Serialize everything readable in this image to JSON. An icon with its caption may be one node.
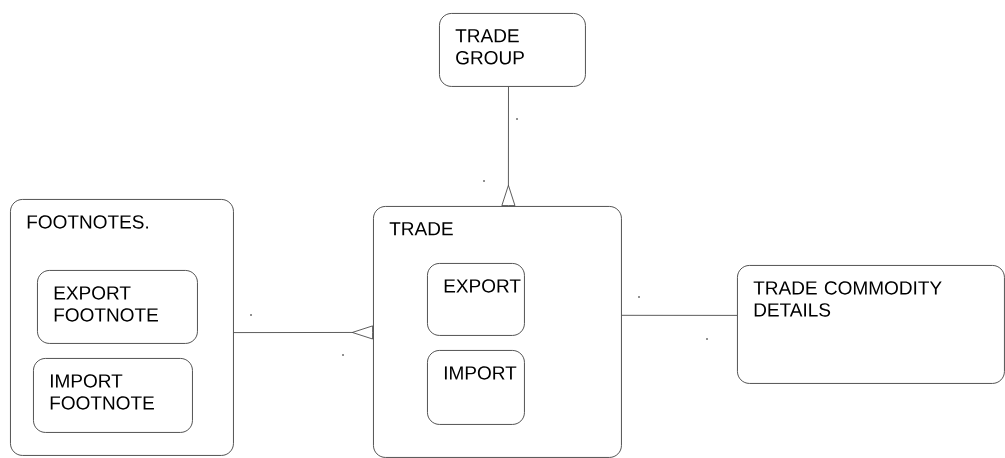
{
  "diagram": {
    "nodes": [
      {
        "text": [
          "TRADE GROUP"
        ]
      },
      {
        "text": [
          "FOOTNOTES."
        ]
      },
      {
        "text": [
          "EXPORT FOOTNOTE"
        ],
        "in": 1
      },
      {
        "text": [
          "IMPORT FOOTNOTE"
        ],
        "in": 1
      },
      {
        "text": [
          "TRADE"
        ]
      },
      {
        "text": [
          "EXPORT"
        ],
        "in": 4
      },
      {
        "text": [
          "IMPORT"
        ],
        "in": 4
      },
      {
        "text": [
          "TRADE COMMODITY DETAILS"
        ]
      }
    ],
    "edges": [
      {
        "from": 0,
        "to": 4,
        "arrow": "other"
      },
      {
        "from": 1,
        "to": 4,
        "arrow": "other"
      },
      {
        "from": 4,
        "to": 7,
        "arrow": "none"
      }
    ],
    "labels": [
      ".",
      ".",
      ".",
      ".",
      ".",
      "."
    ]
  }
}
